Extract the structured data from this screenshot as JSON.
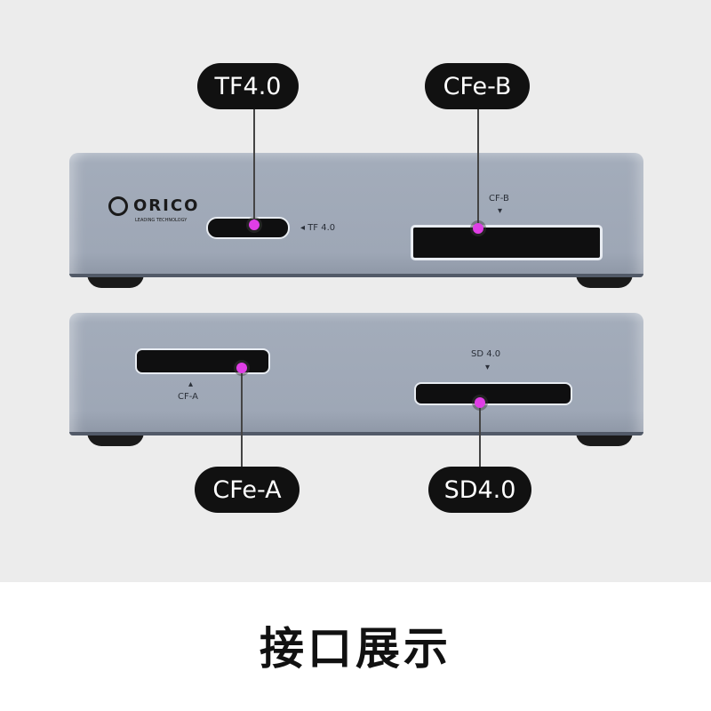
{
  "callouts": {
    "tf": "TF4.0",
    "cfe_b": "CFe-B",
    "cfe_a": "CFe-A",
    "sd": "SD4.0"
  },
  "device_labels": {
    "tf": "◂ TF 4.0",
    "cf_b": "CF-B",
    "cf_a": "CF-A",
    "sd": "SD 4.0",
    "arrow_down": "▾",
    "arrow_up": "▴"
  },
  "logo": {
    "brand": "ORICO",
    "tagline": "LEADING TECHNOLOGY"
  },
  "title": "接口展示",
  "colors": {
    "accent_dot": "#e03ee6",
    "device": "#9ea7b6",
    "pill": "#111111"
  }
}
